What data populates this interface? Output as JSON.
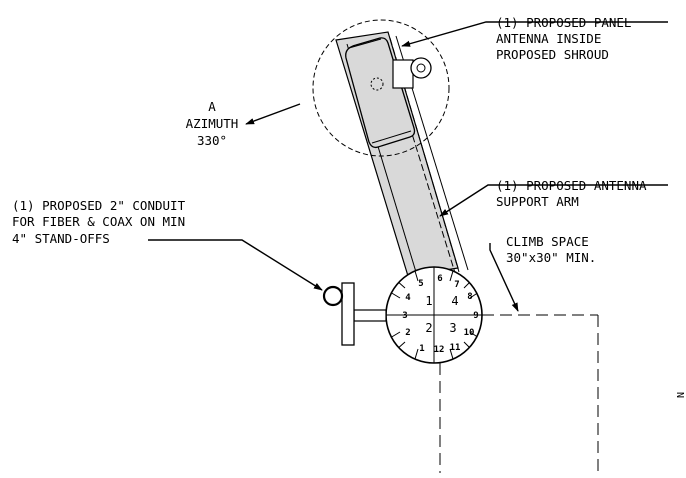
{
  "labels": {
    "panel_antenna": [
      "(1) PROPOSED PANEL",
      "ANTENNA INSIDE",
      "PROPOSED SHROUD"
    ],
    "azimuth": [
      "A",
      "AZIMUTH",
      "330°"
    ],
    "support_arm": [
      "(1) PROPOSED ANTENNA",
      "SUPPORT ARM"
    ],
    "conduit": [
      "(1) PROPOSED 2\" CONDUIT",
      "FOR FIBER & COAX ON MIN",
      "4\" STAND-OFFS"
    ],
    "climb_space": [
      "CLIMB SPACE",
      "30\"x30\" MIN."
    ],
    "north_mark": "N"
  },
  "pole": {
    "quadrants": [
      "1",
      "4",
      "2",
      "3"
    ],
    "positions": [
      "1",
      "2",
      "3",
      "4",
      "5",
      "6",
      "7",
      "8",
      "9",
      "10",
      "11",
      "12"
    ]
  },
  "icons": {
    "azimuth_arrow": "arrow-icon",
    "leader_arrow": "leader-arrow-icon"
  }
}
